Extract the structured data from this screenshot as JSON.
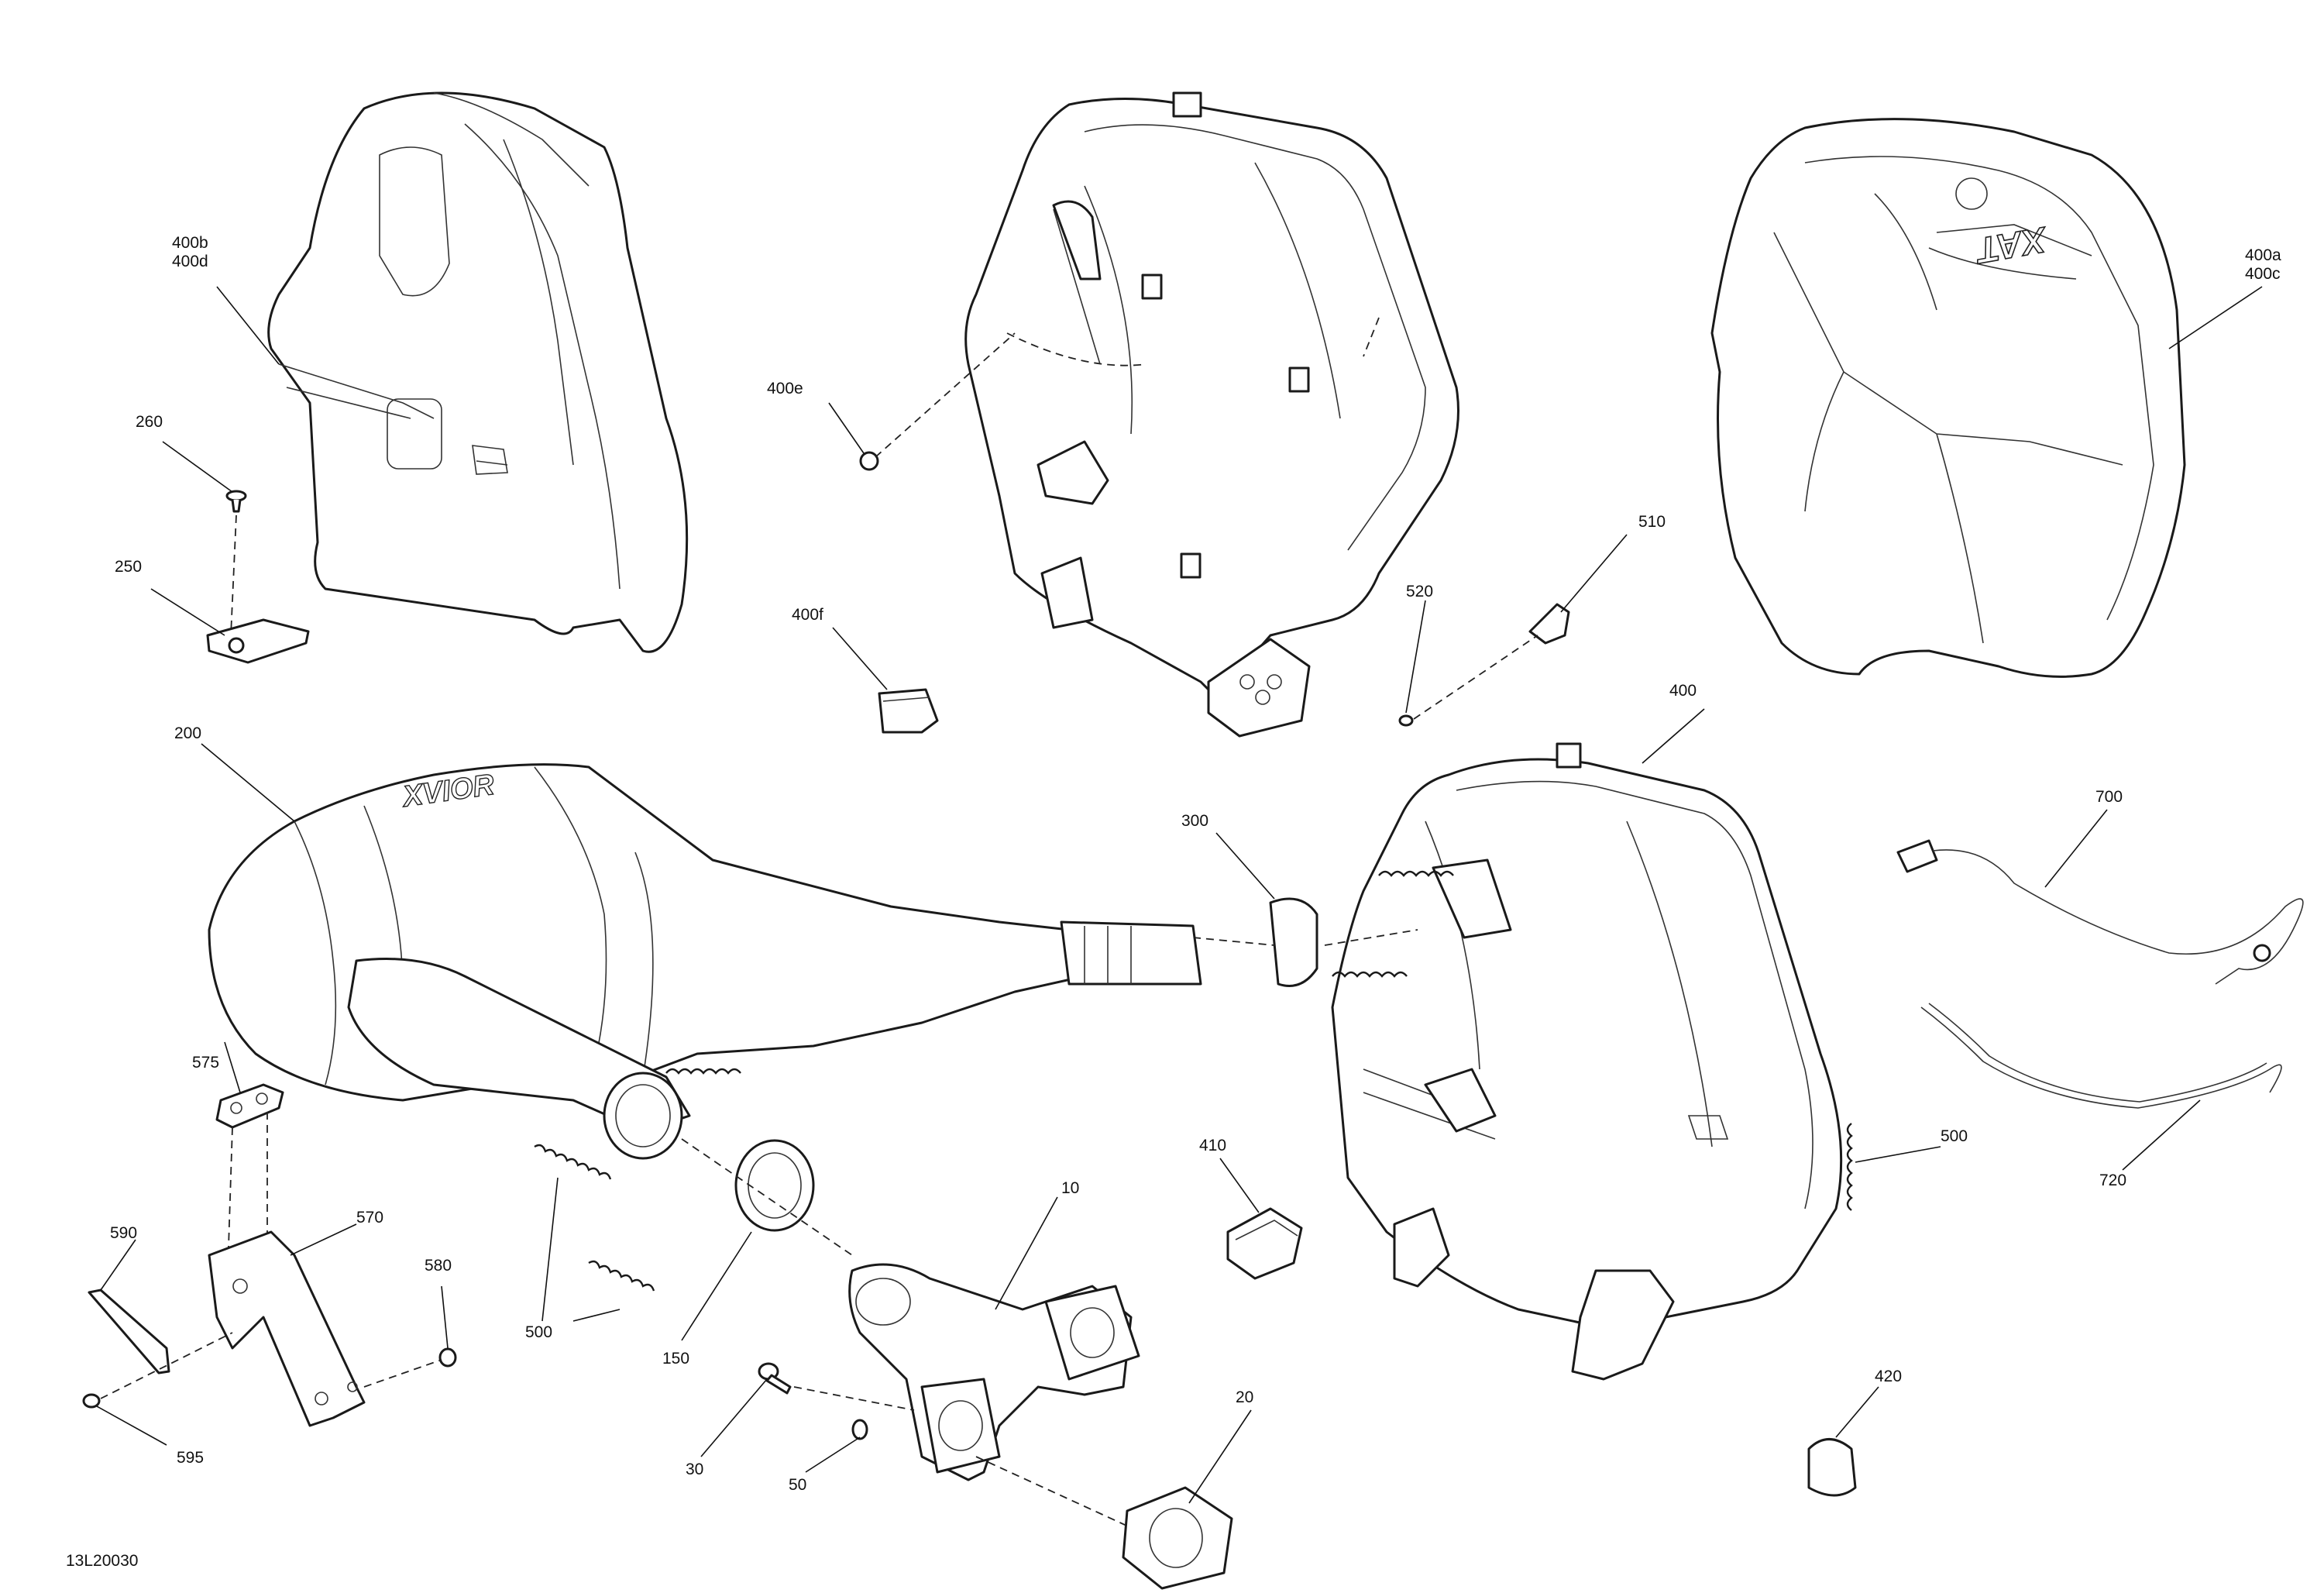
{
  "diagram": {
    "ref_code": "13L20030",
    "callouts": [
      {
        "id": "c-400b-400d",
        "text": "400b\n400d"
      },
      {
        "id": "c-260",
        "text": "260"
      },
      {
        "id": "c-250",
        "text": "250"
      },
      {
        "id": "c-400e",
        "text": "400e"
      },
      {
        "id": "c-400f",
        "text": "400f"
      },
      {
        "id": "c-400a-400c",
        "text": "400a\n400c"
      },
      {
        "id": "c-510",
        "text": "510"
      },
      {
        "id": "c-520",
        "text": "520"
      },
      {
        "id": "c-200",
        "text": "200"
      },
      {
        "id": "c-300",
        "text": "300"
      },
      {
        "id": "c-400",
        "text": "400"
      },
      {
        "id": "c-700",
        "text": "700"
      },
      {
        "id": "c-575",
        "text": "575"
      },
      {
        "id": "c-570",
        "text": "570"
      },
      {
        "id": "c-590",
        "text": "590"
      },
      {
        "id": "c-580",
        "text": "580"
      },
      {
        "id": "c-595",
        "text": "595"
      },
      {
        "id": "c-500-left",
        "text": "500"
      },
      {
        "id": "c-150",
        "text": "150"
      },
      {
        "id": "c-10",
        "text": "10"
      },
      {
        "id": "c-410",
        "text": "410"
      },
      {
        "id": "c-500-right",
        "text": "500"
      },
      {
        "id": "c-720",
        "text": "720"
      },
      {
        "id": "c-30",
        "text": "30"
      },
      {
        "id": "c-50",
        "text": "50"
      },
      {
        "id": "c-20",
        "text": "20"
      },
      {
        "id": "c-420",
        "text": "420"
      }
    ]
  }
}
